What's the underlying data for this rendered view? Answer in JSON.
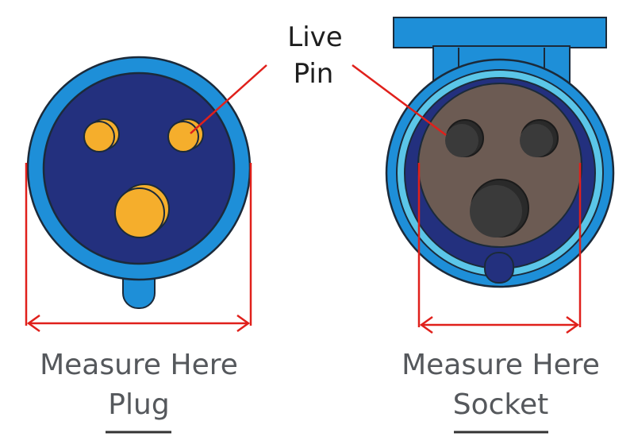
{
  "callout": {
    "line1": "Live",
    "line2": "Pin"
  },
  "plug": {
    "measure_label": "Measure Here",
    "caption": "Plug"
  },
  "socket": {
    "measure_label": "Measure Here",
    "caption": "Socket"
  },
  "colors": {
    "outer_blue": "#1e8fd8",
    "inner_navy": "#23307e",
    "pin_gold": "#f5ae2c",
    "socket_face": "#6c5b53",
    "socket_ring": "#5bc6e8",
    "socket_hole": "#2e2e2e",
    "measure_red": "#e0201b",
    "caption_underline": "#333333"
  }
}
